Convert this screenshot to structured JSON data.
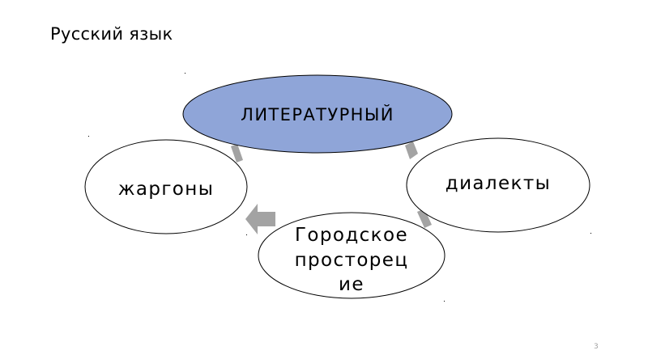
{
  "slide": {
    "title": "Русский язык",
    "page_number": "3"
  },
  "nodes": {
    "literary": {
      "label": "ЛИТЕРАТУРНЫЙ",
      "fill": "#8fa5d8"
    },
    "jargons": {
      "label": "жаргоны",
      "fill": "#ffffff"
    },
    "dialects": {
      "label": "диалекты",
      "fill": "#ffffff"
    },
    "vernacular": {
      "lines": [
        "Городское",
        "просторец",
        "ие"
      ],
      "fill": "#ffffff"
    }
  },
  "colors": {
    "arrow": "#a3a3a3",
    "outline": "#000000"
  }
}
